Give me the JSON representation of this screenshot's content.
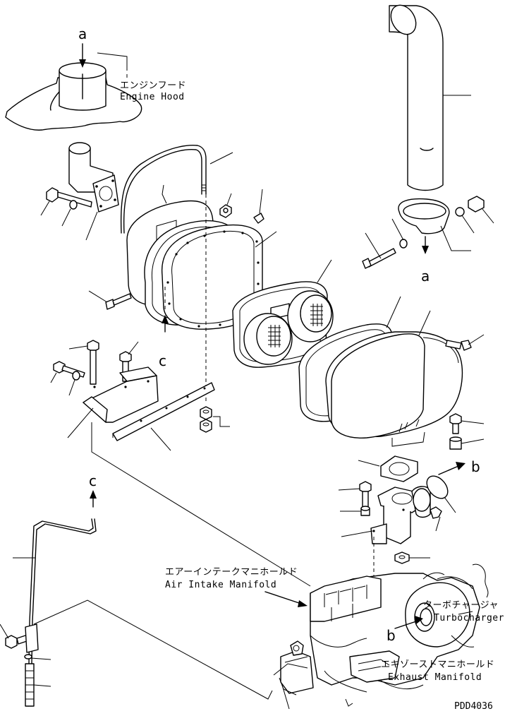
{
  "labels": {
    "engine_hood_jp": "エンジンフード",
    "engine_hood_en": "Engine Hood",
    "air_intake_manifold_jp": "エアーインテークマニホールド",
    "air_intake_manifold_en": "Air Intake Manifold",
    "turbocharger_jp": "ターボチャージャ",
    "turbocharger_en": "Turbocharger",
    "exhaust_manifold_jp": "エキゾーストマニホールド",
    "exhaust_manifold_en": "Exhaust Manifold"
  },
  "refs": {
    "a": "a",
    "b": "b",
    "c": "c"
  },
  "drawing_code": "PDD4036"
}
